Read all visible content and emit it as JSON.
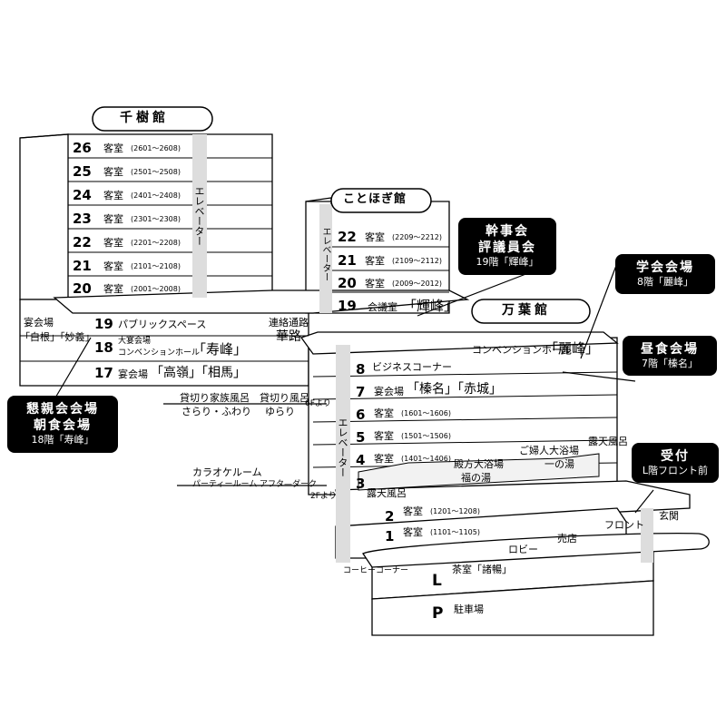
{
  "buildings": {
    "senju": {
      "name": "千樹館",
      "floors": [
        {
          "num": "26",
          "label": "客室",
          "range": "(2601〜2608)"
        },
        {
          "num": "25",
          "label": "客室",
          "range": "(2501〜2508)"
        },
        {
          "num": "24",
          "label": "客室",
          "range": "(2401〜2408)"
        },
        {
          "num": "23",
          "label": "客室",
          "range": "(2301〜2308)"
        },
        {
          "num": "22",
          "label": "客室",
          "range": "(2201〜2208)"
        },
        {
          "num": "21",
          "label": "客室",
          "range": "(2101〜2108)"
        },
        {
          "num": "20",
          "label": "客室",
          "range": "(2001〜2008)"
        }
      ],
      "floor19": {
        "num": "19",
        "label": "パブリックスペース",
        "left": "宴会場",
        "left2": "「白根」「妙義」"
      },
      "floor18": {
        "num": "18",
        "label1": "大宴会場",
        "label2": "コンベンションホール",
        "name": "「寿峰」"
      },
      "floor17": {
        "num": "17",
        "label": "宴会場",
        "name": "「高嶺」「相馬」"
      }
    },
    "kotohogi": {
      "name": "ことほぎ館",
      "floors": [
        {
          "num": "22",
          "label": "客室",
          "range": "(2209〜2212)"
        },
        {
          "num": "21",
          "label": "客室",
          "range": "(2109〜2112)"
        },
        {
          "num": "20",
          "label": "客室",
          "range": "(2009〜2012)"
        }
      ],
      "floor19": {
        "num": "19",
        "label": "会議室",
        "name": "「輝峰」"
      }
    },
    "manyo": {
      "name": "万葉館",
      "floors": [
        {
          "num": "8",
          "label": "ビジネスコーナー",
          "right": "コンベンションホール",
          "name": "「麗峰」"
        },
        {
          "num": "7",
          "label": "宴会場",
          "name": "「榛名」「赤城」"
        },
        {
          "num": "6",
          "label": "客室",
          "range": "(1601〜1606)"
        },
        {
          "num": "5",
          "label": "客室",
          "range": "(1501〜1506)"
        },
        {
          "num": "4",
          "label": "客室",
          "range": "(1401〜1406)"
        },
        {
          "num": "3",
          "label": "露天風呂"
        },
        {
          "num": "2",
          "label": "客室",
          "range": "(1201〜1208)"
        },
        {
          "num": "1",
          "label": "客室",
          "range": "(1101〜1105)"
        },
        {
          "num": "L",
          "label": "茶室「諸暢」"
        },
        {
          "num": "P",
          "label": "駐車場"
        }
      ]
    }
  },
  "labels": {
    "elevator": "エレベーター",
    "passage1": "連絡通路",
    "passage2": "華路",
    "bath_family": "貸切り家族風呂",
    "bath_family2": "さらり・ふわり",
    "bath_private": "貸切り風呂",
    "bath_private2": "ゆらり",
    "from6f": "6Fより",
    "from2f": "2Fより",
    "karaoke": "カラオケルーム",
    "party": "パーティールーム アフタ—ダーク",
    "tonogata": "殿方大浴場",
    "fuku": "福の湯",
    "ladies": "ご婦人大浴場",
    "ichi": "一の湯",
    "roten_top": "露天風呂",
    "lobby": "ロビー",
    "shop": "売店",
    "front": "フロント",
    "entrance": "玄関",
    "coffee": "コーヒーコーナー"
  },
  "callouts": {
    "kanji": {
      "title1": "幹事会",
      "title2": "評議員会",
      "sub": "19階「輝峰」"
    },
    "gakkai": {
      "title": "学会会場",
      "sub": "8階「麗峰」"
    },
    "lunch": {
      "title": "昼食会場",
      "sub": "7階「榛名」"
    },
    "konshin": {
      "title1": "懇親会会場",
      "title2": "朝食会場",
      "sub": "18階「寿峰」"
    },
    "reception": {
      "title": "受付",
      "sub": "L階フロント前"
    }
  }
}
